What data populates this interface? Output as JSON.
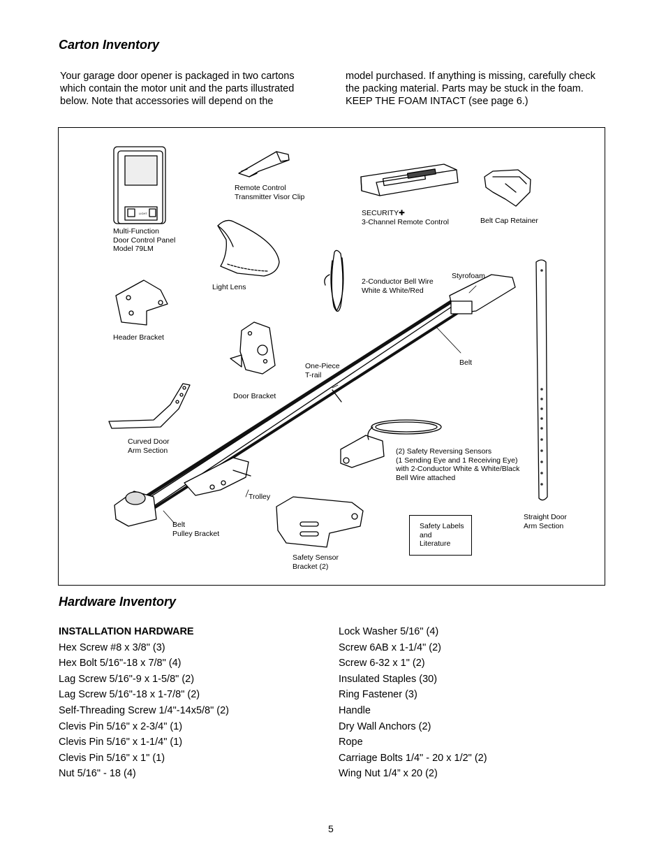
{
  "carton": {
    "title": "Carton Inventory",
    "intro_left": "Your garage door opener is packaged in two cartons which contain the motor unit and the parts illustrated below. Note that accessories will depend on the",
    "intro_right": "model purchased. If anything is missing, carefully check the packing material. Parts may be stuck in the foam. KEEP THE FOAM INTACT (see page 6.)"
  },
  "figure": {
    "labels": {
      "control_panel": "Multi-Function\nDoor Control Panel\nModel  79LM",
      "visor_clip": "Remote Control\nTransmitter Visor Clip",
      "remote": "SECURITY✚\n3-Channel Remote Control",
      "belt_cap": "Belt Cap Retainer",
      "light_lens": "Light Lens",
      "bell_wire": "2-Conductor Bell Wire\nWhite & White/Red",
      "styrofoam": "Styrofoam",
      "header_bracket": "Header  Bracket",
      "belt": "Belt",
      "one_piece_rail": "One-Piece\nT-rail",
      "door_bracket": "Door Bracket",
      "curved_arm": "Curved Door\nArm Section",
      "sensors": "(2) Safety Reversing Sensors\n(1 Sending Eye and 1 Receiving Eye)\nwith 2-Conductor White & White/Black\nBell Wire attached",
      "trolley": "Trolley",
      "belt_pulley": "Belt\nPulley Bracket",
      "safety_labels": "Safety Labels\nand\nLiterature",
      "straight_arm": "Straight Door\nArm Section",
      "sensor_bracket": "Safety Sensor\nBracket (2)"
    },
    "panel_light_text": "LIGHT"
  },
  "hardware": {
    "title": "Hardware Inventory",
    "heading": "INSTALLATION HARDWARE",
    "col1": [
      "Hex Screw #8 x 3/8\" (3)",
      "Hex Bolt 5/16\"-18 x 7/8\" (4)",
      "Lag Screw 5/16\"-9 x 1-5/8\" (2)",
      "Lag Screw 5/16\"-18 x 1-7/8\" (2)",
      "Self-Threading Screw 1/4\"-14x5/8\" (2)",
      "Clevis Pin 5/16\" x 2-3/4\" (1)",
      "Clevis Pin 5/16\" x 1-1/4\" (1)",
      "Clevis Pin 5/16\" x 1\" (1)",
      "Nut 5/16\" - 18 (4)"
    ],
    "col2": [
      "Lock Washer 5/16\" (4)",
      "Screw 6AB x 1-1/4\" (2)",
      "Screw 6-32 x 1\" (2)",
      "Insulated Staples (30)",
      "Ring Fastener (3)",
      "Handle",
      "Dry Wall Anchors (2)",
      "Rope",
      "Carriage Bolts 1/4\" - 20 x 1/2\" (2)",
      "Wing Nut 1/4” x 20 (2)"
    ]
  },
  "page_number": "5"
}
